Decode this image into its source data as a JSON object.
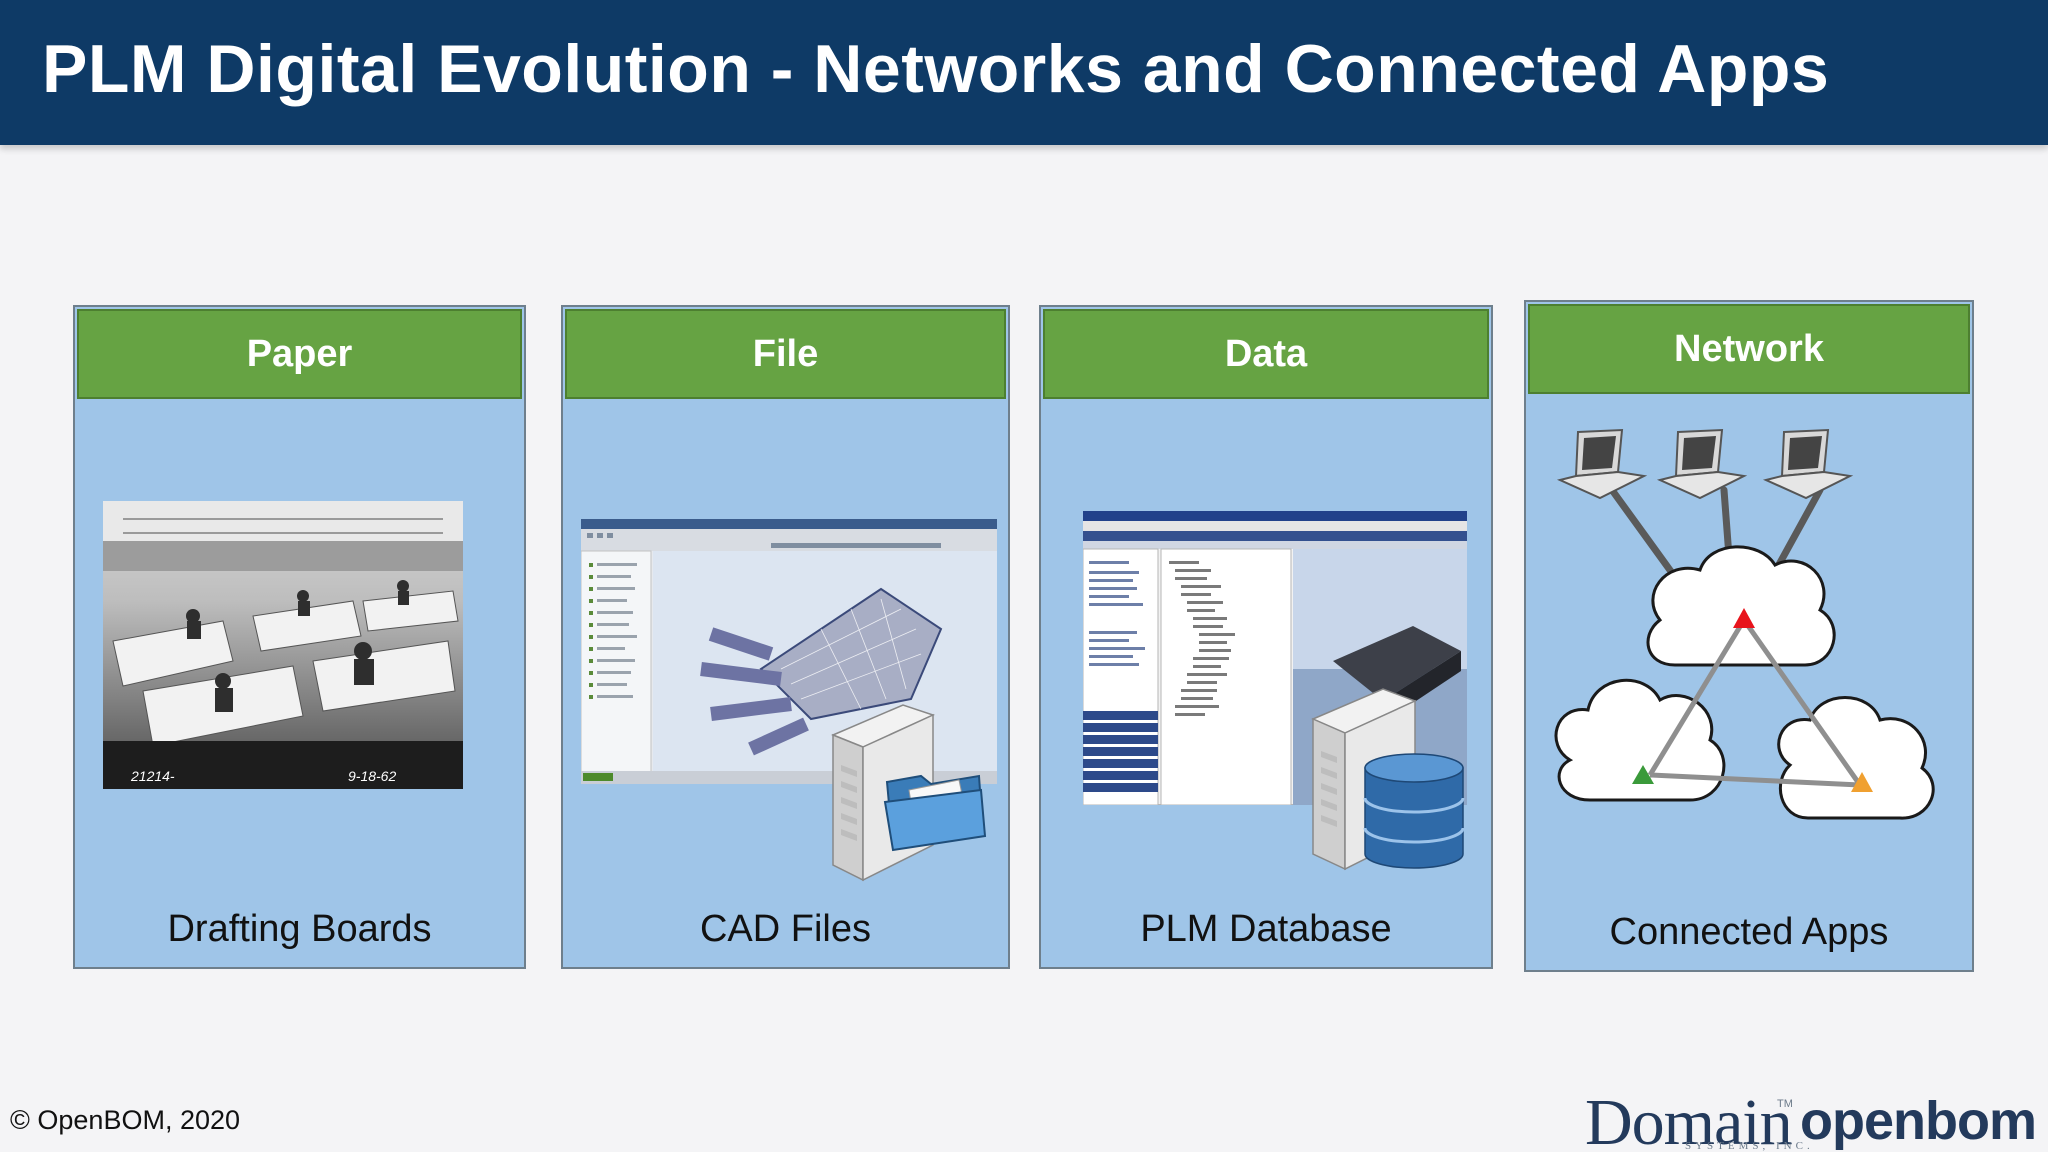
{
  "slide": {
    "title": "PLM Digital Evolution - Networks and Connected Apps"
  },
  "panels": [
    {
      "header": "Paper",
      "caption": "Drafting Boards"
    },
    {
      "header": "File",
      "caption": "CAD Files"
    },
    {
      "header": "Data",
      "caption": "PLM Database"
    },
    {
      "header": "Network",
      "caption": "Connected Apps"
    }
  ],
  "photo": {
    "annotation_left": "21214-",
    "annotation_right": "9-18-62"
  },
  "footer": {
    "copyright": "© OpenBOM, 2020"
  },
  "logos": {
    "domain": "Domain",
    "domain_sub": "SYSTEMS, INC.",
    "domain_tm": "TM",
    "openbom": "openbom"
  },
  "colors": {
    "title_bar": "#0e3a66",
    "panel_header": "#66a343",
    "panel_body": "#9fc5e8",
    "triangle_red": "#e8141c",
    "triangle_green": "#3a9a3a",
    "triangle_orange": "#f0a030"
  },
  "icons": {
    "server": "server-icon",
    "folder": "folder-icon",
    "database": "database-icon",
    "laptop": "laptop-icon",
    "cloud": "cloud-icon"
  }
}
